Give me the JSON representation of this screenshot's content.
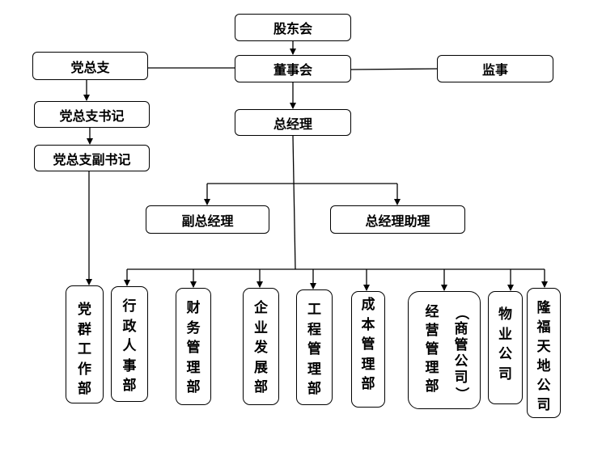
{
  "top": {
    "shareholders": "股东会",
    "board": "董事会",
    "supervisor": "监事",
    "gm": "总经理",
    "deputy_gm": "副总经理",
    "gm_assistant": "总经理助理"
  },
  "party": {
    "branch": "党总支",
    "secretary": "党总支书记",
    "deputy_secretary": "党总支副书记"
  },
  "departments": {
    "party_work": [
      "党",
      "群",
      "工",
      "作",
      "部"
    ],
    "admin_hr": [
      "行",
      "政",
      "人",
      "事",
      "部"
    ],
    "finance": [
      "财",
      "务",
      "管",
      "理",
      "部"
    ],
    "enterprise_dev": [
      "企",
      "业",
      "发",
      "展",
      "部"
    ],
    "engineering": [
      "工",
      "程",
      "管",
      "理",
      "部"
    ],
    "cost": [
      "成",
      "本",
      "管",
      "理",
      "部"
    ],
    "business_mgmt": [
      "经",
      "营",
      "管",
      "理",
      "部"
    ],
    "commercial_mgmt": [
      "（",
      "商",
      "管",
      "公",
      "司",
      "）"
    ],
    "property": [
      "物",
      "业",
      "公",
      "司"
    ],
    "longfu": [
      "隆",
      "福",
      "天",
      "地",
      "公",
      "司"
    ]
  }
}
